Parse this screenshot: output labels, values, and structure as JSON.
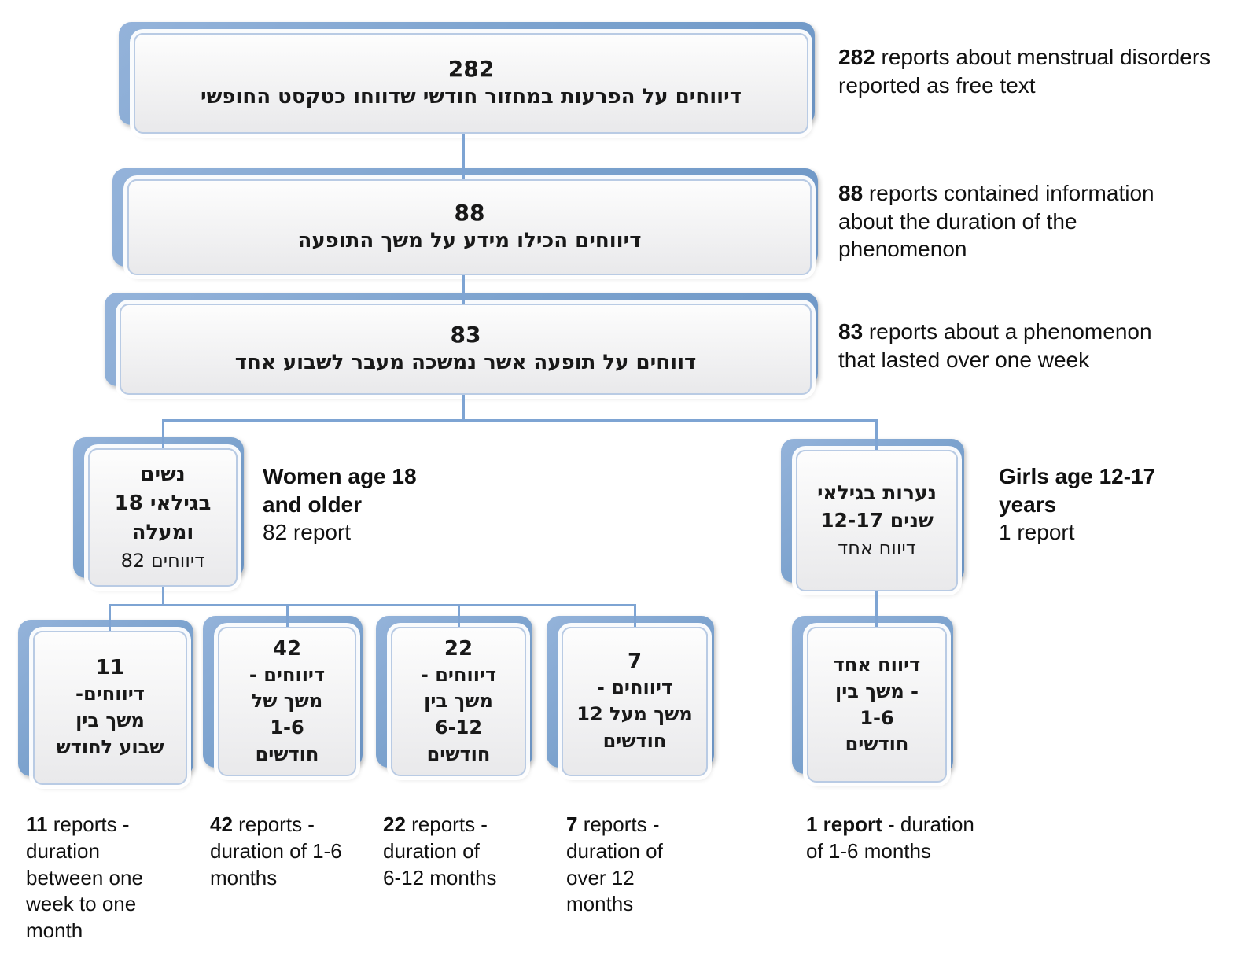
{
  "colors": {
    "accent_blue": "#7aa1cd",
    "connector_blue": "#7ea4d3",
    "box_fill": "#efefef",
    "box_border": "#b9cbe4",
    "text": "#1a1a1a"
  },
  "flow": {
    "box282": {
      "number": "282",
      "text": "דיווחים על הפרעות במחזור חודשי שדווחו כטקסט החופשי"
    },
    "box88": {
      "number": "88",
      "text": "דיווחים הכילו מידע על משך התופעה"
    },
    "box83": {
      "number": "83",
      "text": "דווחים על תופעה אשר נמשכה מעבר לשבוע אחד"
    },
    "women": {
      "line1": "נשים",
      "line2": "בגילאי 18",
      "line3": "ומעלה",
      "line4": "82 דיווחים"
    },
    "girls": {
      "line1": "נערות בגילאי",
      "line2": "12-17 שנים",
      "line3": "דיווח אחד"
    },
    "sub11": {
      "number": "11",
      "line1": "דיווחים-",
      "line2": "משך בין",
      "line3": "שבוע לחודש"
    },
    "sub42": {
      "number": "42",
      "line1": "דיווחים -",
      "line2": "משך של",
      "line3": "1-6",
      "line4": "חודשים"
    },
    "sub22": {
      "number": "22",
      "line1": "דיווחים -",
      "line2": "משך בין",
      "line3": "6-12",
      "line4": "חודשים"
    },
    "sub7": {
      "number": "7",
      "line1": "דיווחים -",
      "line2": "משך מעל 12",
      "line3": "חודשים"
    },
    "sub1": {
      "line1": "דיווח אחד",
      "line2": "- משך בין",
      "line3": "1-6",
      "line4": "חודשים"
    }
  },
  "annotations": {
    "a282": {
      "bold": "282",
      "rest": " reports about menstrual disorders reported as free text"
    },
    "a88": {
      "bold": "88",
      "rest": " reports contained information about the duration of the phenomenon"
    },
    "a83": {
      "bold": "83",
      "rest": " reports about a phenomenon that lasted over one week"
    },
    "women": {
      "bold": "Women age 18 and older",
      "rest": "82 report"
    },
    "girls": {
      "bold": "Girls age 12-17 years",
      "rest": "1 report"
    },
    "c11": {
      "bold": "11",
      "rest": " reports - duration between one week to one month"
    },
    "c42": {
      "bold": "42",
      "rest": " reports - duration of 1-6 months"
    },
    "c22": {
      "bold": "22",
      "rest": " reports - duration of 6-12 months"
    },
    "c7": {
      "bold": "7",
      "rest": " reports - duration of over 12 months"
    },
    "c1": {
      "bold": "1 report",
      "rest": " - duration of 1-6 months"
    }
  }
}
